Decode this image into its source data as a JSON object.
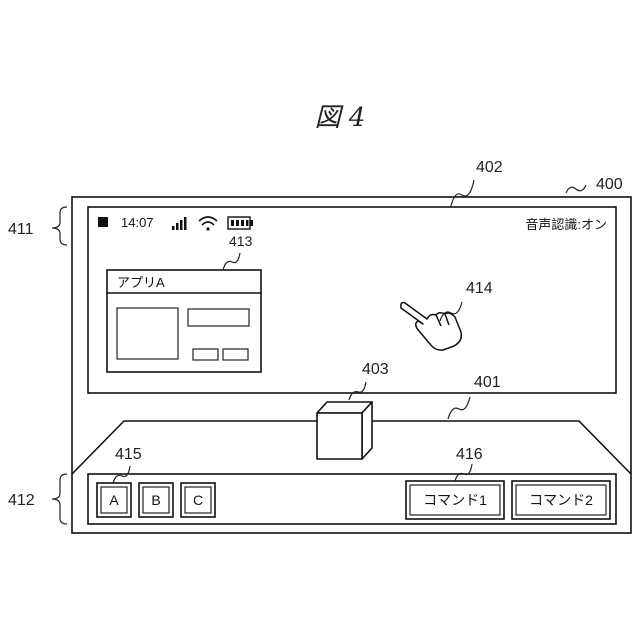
{
  "figure": {
    "title": "図 4"
  },
  "status_bar": {
    "time": "14:07",
    "voice_status": "音声認識:オン",
    "icons": [
      "stop-square-icon",
      "signal-bars-icon",
      "wifi-icon",
      "battery-icon"
    ]
  },
  "app_window": {
    "title": "アプリA"
  },
  "buttons": {
    "abc": [
      "A",
      "B",
      "C"
    ],
    "commands": [
      "コマンド1",
      "コマンド2"
    ]
  },
  "refs": {
    "device": "400",
    "lower_region": "401",
    "display": "402",
    "cube": "403",
    "upper_brace": "411",
    "lower_brace": "412",
    "app_window": "413",
    "hand_cursor": "414",
    "abc_buttons": "415",
    "command_buttons": "416"
  }
}
